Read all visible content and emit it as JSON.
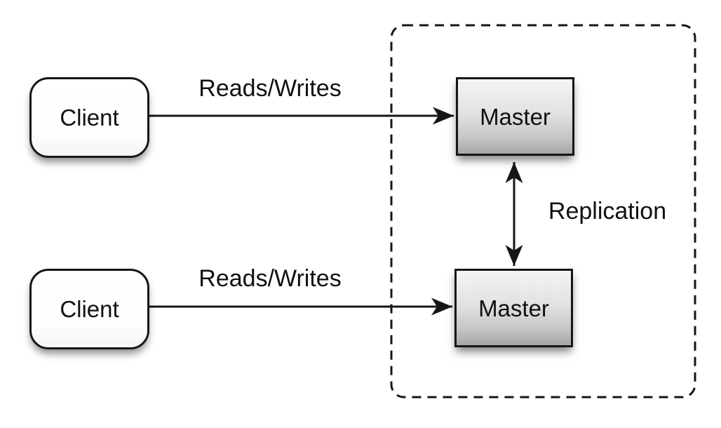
{
  "diagram": {
    "nodes": {
      "clients": [
        {
          "label": "Client"
        },
        {
          "label": "Client"
        }
      ],
      "masters": [
        {
          "label": "Master"
        },
        {
          "label": "Master"
        }
      ]
    },
    "edges": {
      "reads_writes_top": {
        "label": "Reads/Writes"
      },
      "reads_writes_bottom": {
        "label": "Reads/Writes"
      },
      "replication": {
        "label": "Replication"
      }
    },
    "colors": {
      "background": "#ffffff",
      "stroke": "#161616",
      "text": "#111111",
      "master_gradient_top": "#f4f4f4",
      "master_gradient_bottom": "#a6a6a6",
      "client_fill": "#ffffff"
    }
  }
}
